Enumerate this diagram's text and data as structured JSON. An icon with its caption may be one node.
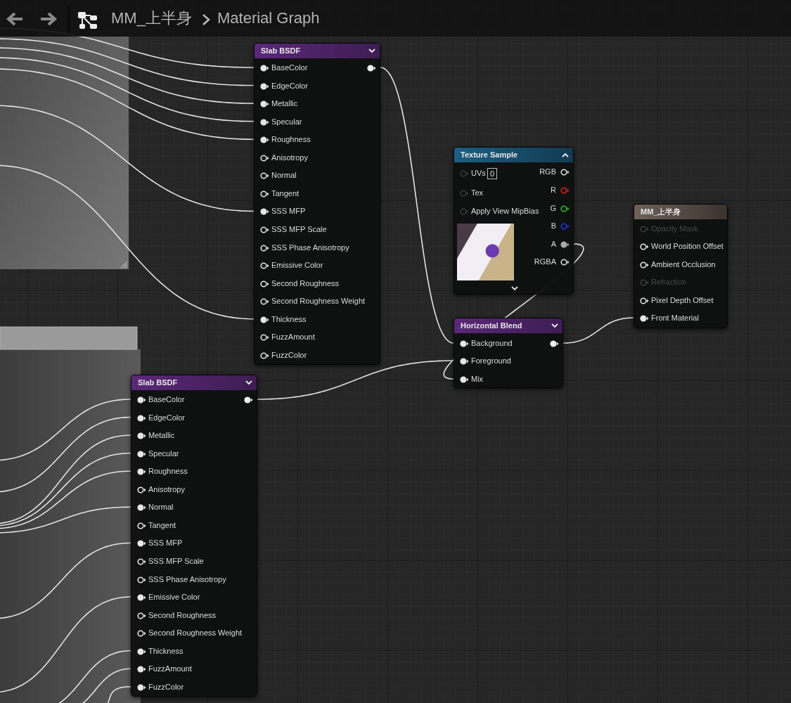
{
  "diagram": {
    "nodes": [
      {
        "text": [
          "Slab BSDF",
          "BaseColor",
          "EdgeColor",
          "Metallic",
          "Specular",
          "Roughness",
          "Anisotropy",
          "Normal",
          "Tangent",
          "SSS MFP",
          "SSS MFP Scale",
          "SSS Phase Anisotropy",
          "Emissive Color",
          "Second Roughness",
          "Second Roughness Weight",
          "Thickness",
          "FuzzAmount",
          "FuzzColor"
        ]
      },
      {
        "text": [
          "Texture Sample",
          "UVs",
          "0",
          "Tex",
          "Apply View MipBias",
          "RGB",
          "R",
          "G",
          "B",
          "A",
          "RGBA"
        ]
      },
      {
        "text": [
          "MM_上半身",
          "Opacity Mask",
          "World Position Offset",
          "Ambient Occlusion",
          "Refraction",
          "Pixel Depth Offset",
          "Front Material"
        ]
      },
      {
        "text": [
          "Horizontal Blend",
          "Background",
          "Foreground",
          "Mix"
        ]
      },
      {
        "text": [
          "Slab BSDF",
          "BaseColor",
          "EdgeColor",
          "Metallic",
          "Specular",
          "Roughness",
          "Anisotropy",
          "Normal",
          "Tangent",
          "SSS MFP",
          "SSS MFP Scale",
          "SSS Phase Anisotropy",
          "Emissive Color",
          "Second Roughness",
          "Second Roughness Weight",
          "Thickness",
          "FuzzAmount",
          "FuzzColor"
        ]
      }
    ],
    "edges": [
      {
        "from": 0,
        "to": 3,
        "arrow": "none"
      },
      {
        "from": 4,
        "to": 3,
        "arrow": "none"
      },
      {
        "from": 1,
        "to": 3,
        "arrow": "none"
      },
      {
        "from": 3,
        "to": 2,
        "arrow": "none"
      },
      {
        "from": null,
        "to": 0,
        "arrow": "none"
      },
      {
        "from": null,
        "to": 0,
        "arrow": "none"
      },
      {
        "from": null,
        "to": 0,
        "arrow": "none"
      },
      {
        "from": null,
        "to": 0,
        "arrow": "none"
      },
      {
        "from": null,
        "to": 0,
        "arrow": "none"
      },
      {
        "from": null,
        "to": 0,
        "arrow": "none"
      },
      {
        "from": null,
        "to": 0,
        "arrow": "none"
      },
      {
        "from": null,
        "to": 4,
        "arrow": "none"
      },
      {
        "from": null,
        "to": 4,
        "arrow": "none"
      },
      {
        "from": null,
        "to": 4,
        "arrow": "none"
      },
      {
        "from": null,
        "to": 4,
        "arrow": "none"
      },
      {
        "from": null,
        "to": 4,
        "arrow": "none"
      },
      {
        "from": null,
        "to": 4,
        "arrow": "none"
      },
      {
        "from": null,
        "to": 4,
        "arrow": "none"
      },
      {
        "from": null,
        "to": 4,
        "arrow": "none"
      },
      {
        "from": null,
        "to": 4,
        "arrow": "none"
      },
      {
        "from": null,
        "to": 4,
        "arrow": "none"
      },
      {
        "from": null,
        "to": 4,
        "arrow": "none"
      }
    ],
    "labels": [
      "MM_上半身",
      "Material Graph"
    ]
  }
}
